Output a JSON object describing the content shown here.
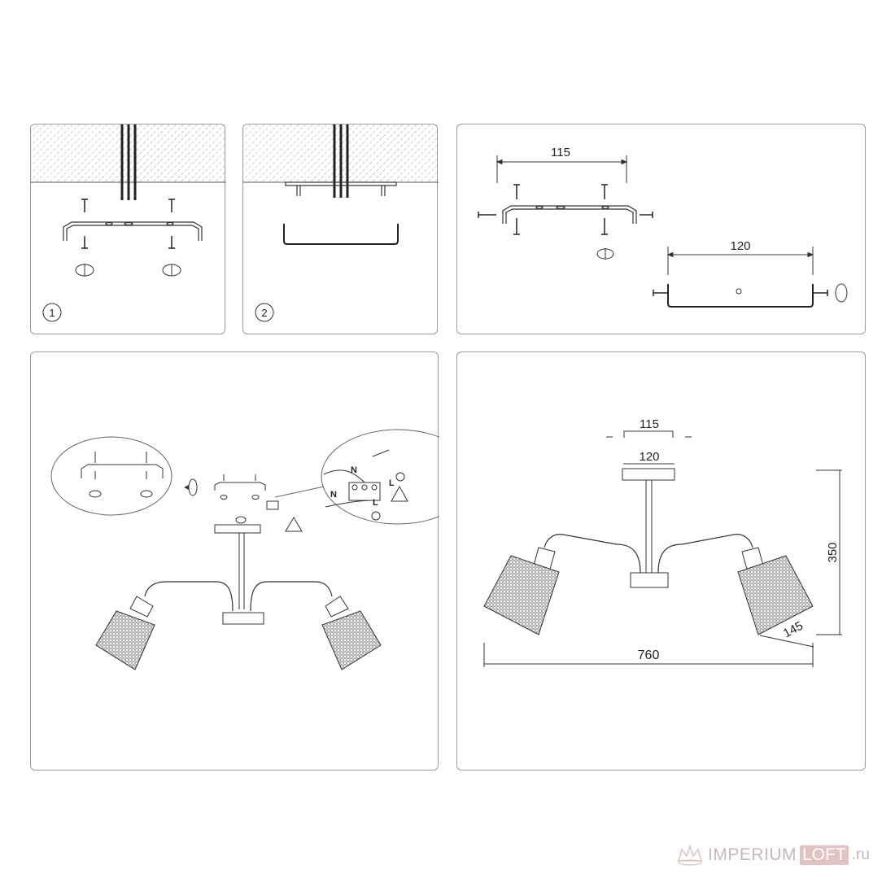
{
  "steps": {
    "step1": "1",
    "step2": "2"
  },
  "dims": {
    "bracket_width": "115",
    "canopy_width": "120",
    "bracket_width_2": "115",
    "canopy_width_2": "120",
    "height": "350",
    "shade": "145",
    "span": "760"
  },
  "wiring": {
    "n_top": "N",
    "l_top": "L",
    "n_bottom": "N",
    "l_bottom": "L"
  },
  "watermark": {
    "brand_a": "IMPERIUM",
    "brand_b": "LOFT",
    "suffix": ".ru"
  },
  "colors": {
    "line": "#333333",
    "frame": "#9a9a9a",
    "watermark": "#e2c2c2"
  }
}
